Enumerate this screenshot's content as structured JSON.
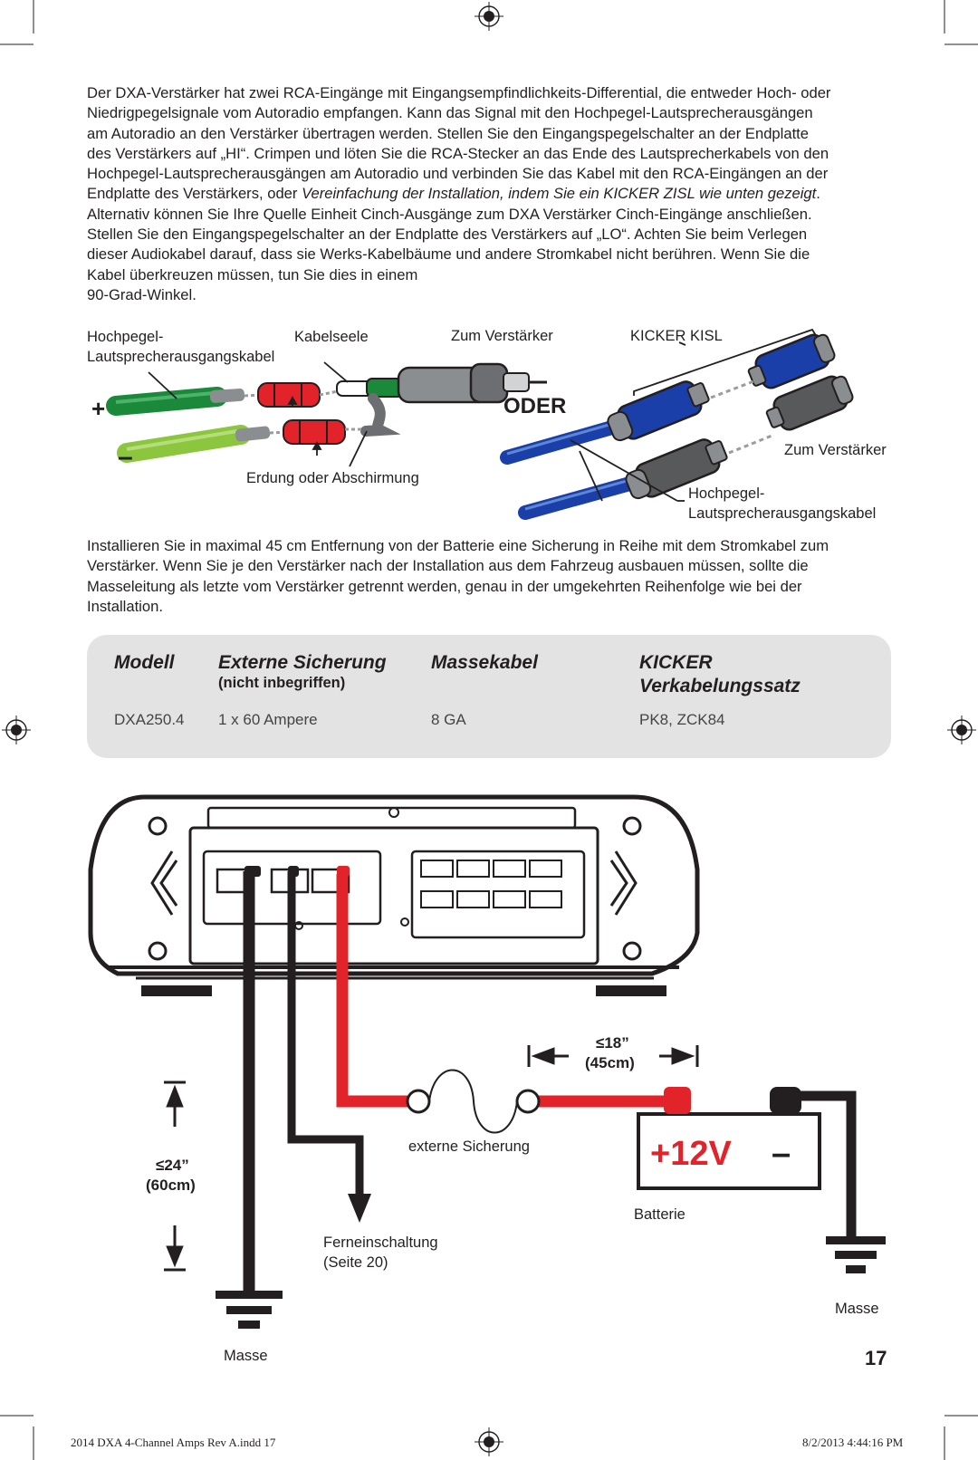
{
  "intro_lines": [
    "Der DXA-Verstärker hat zwei RCA-Eingänge mit Eingangsempfindlichkeits-Differential, die entweder Hoch- oder",
    "Niedrigpegelsignale vom Autoradio empfangen.  Kann das Signal mit den Hochpegel-Lautsprecherausgängen",
    "am Autoradio an den Verstärker übertragen werden. Stellen Sie den Eingangspegelschalter an der Endplatte",
    "des Verstärkers auf „HI“. Crimpen und löten Sie die RCA-Stecker an das Ende des Lautsprecherkabels von den",
    "Hochpegel-Lautsprecherausgängen am Autoradio und verbinden Sie das Kabel mit den RCA-Eingängen an der",
    "Alternativ können Sie Ihre Quelle Einheit Cinch-Ausgänge zum DXA Verstärker Cinch-Eingänge anschließen.",
    "Stellen Sie den Eingangspegelschalter an der Endplatte des Verstärkers auf „LO“. Achten Sie beim Verlegen",
    "dieser Audiokabel darauf, dass sie Werks-Kabelbäume und andere Stromkabel nicht berühren. Wenn Sie die",
    "Kabel überkreuzen müssen, tun Sie dies in einem",
    "90-Grad-Winkel."
  ],
  "intro_line6_plain": "Endplatte des Verstärkers, oder ",
  "intro_line6_italic": "Vereinfachung der Installation, indem Sie ein KICKER ZISL wie unten gezeigt",
  "intro_line6_end": ".",
  "rca_diagram": {
    "label_highlevel_1": "Hochpegel-",
    "label_highlevel_2": "Lautsprecherausgangskabel",
    "label_core": "Kabelseele",
    "label_to_amp": "Zum Verstärker",
    "label_kisl": "KICKER KISL",
    "plus": "+",
    "minus": "–",
    "label_ground_shield": "Erdung oder Abschirmung",
    "or": "ODER",
    "label_to_amp_2": "Zum Verstärker",
    "label_highlevel_b1": "Hochpegel-",
    "label_highlevel_b2": "Lautsprecherausgangskabel"
  },
  "install_lines": [
    "Installieren Sie in maximal 45 cm Entfernung von der Batterie eine Sicherung in Reihe mit dem Stromkabel zum",
    "Verstärker. Wenn Sie je den Verstärker nach der Installation aus dem Fahrzeug ausbauen müssen, sollte die",
    "Masseleitung als letzte vom Verstärker getrennt werden, genau in der umgekehrten Reihenfolge wie bei der",
    "Installation."
  ],
  "spec_table": {
    "h_model": "Modell",
    "h_fuse": "Externe Sicherung",
    "h_fuse_sub": "(nicht inbegriffen)",
    "h_ground": "Massekabel",
    "h_kit_1": "KICKER",
    "h_kit_2": "Verkabelungssatz",
    "model": "DXA250.4",
    "fuse": "1 x 60 Ampere",
    "ground": "8 GA",
    "kit": "PK8, ZCK84"
  },
  "wiring": {
    "dist_fuse_1": "≤18”",
    "dist_fuse_2": "(45cm)",
    "dist_ground_1": "≤24”",
    "dist_ground_2": "(60cm)",
    "fuse_label": "externe Sicherung",
    "battery_plus": "+12V",
    "battery_minus": "–",
    "battery_label": "Batterie",
    "remote_1": "Ferneinschaltung",
    "remote_2": "(Seite 20)",
    "ground_left": "Masse",
    "ground_right": "Masse"
  },
  "page_number": "17",
  "slug_left": "2014 DXA 4-Channel Amps Rev A.indd   17",
  "slug_right": "8/2/2013   4:44:16 PM",
  "colors": {
    "red": "#e2232a",
    "dark_green": "#1a8a3a",
    "light_green": "#8cc63f",
    "blue": "#1b3fa8",
    "grey": "#58595b",
    "panel": "#e3e3e4"
  }
}
